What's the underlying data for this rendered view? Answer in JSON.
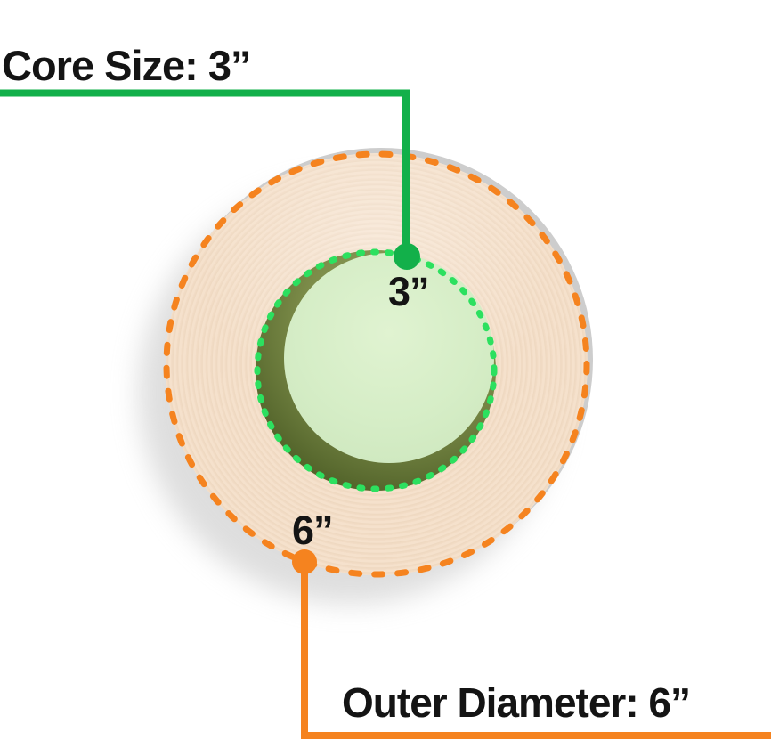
{
  "diagram": {
    "title_role": "label roll cross-section showing core size and outer diameter",
    "labels": {
      "core_size": "Core Size: 3”",
      "core_point": "3”",
      "outer_point": "6”",
      "outer_diameter": "Outer Diameter: 6”"
    },
    "measurements": {
      "core_size_inches": 3,
      "outer_diameter_inches": 6
    },
    "colors": {
      "green_line": "#12b04a",
      "green_dash": "#2ce05f",
      "orange": "#f5831f",
      "paper": "#f3dec9",
      "core_fill": "#d5edc6",
      "core_tube_dark": "#47581f",
      "text": "#141414"
    }
  }
}
